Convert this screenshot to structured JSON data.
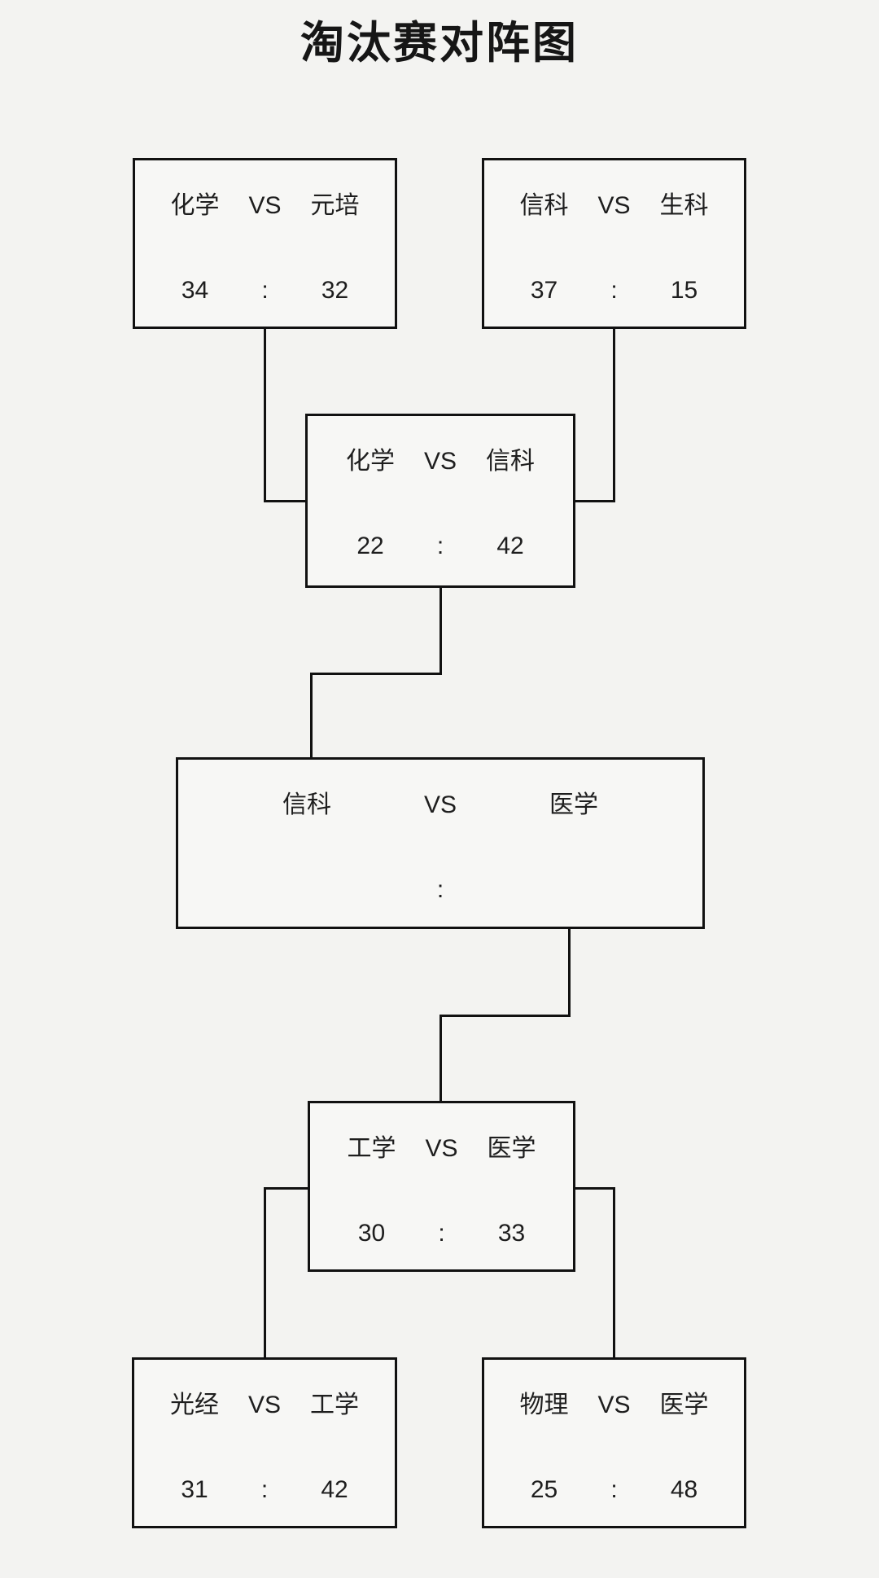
{
  "page": {
    "title": "淘汰赛对阵图",
    "background_color": "#f3f3f1",
    "box_background_color": "#f7f7f5",
    "line_color": "#111111",
    "text_color": "#1e1e1e"
  },
  "bracket": {
    "matches": [
      {
        "team1": "化学",
        "vs": "VS",
        "team2": "元培",
        "score1": "34",
        "separator": ":",
        "score2": "32"
      },
      {
        "team1": "信科",
        "vs": "VS",
        "team2": "生科",
        "score1": "37",
        "separator": ":",
        "score2": "15"
      },
      {
        "team1": "化学",
        "vs": "VS",
        "team2": "信科",
        "score1": "22",
        "separator": ":",
        "score2": "42"
      },
      {
        "team1": "信科",
        "vs": "VS",
        "team2": "医学",
        "score1": "",
        "separator": ":",
        "score2": ""
      },
      {
        "team1": "工学",
        "vs": "VS",
        "team2": "医学",
        "score1": "30",
        "separator": ":",
        "score2": "33"
      },
      {
        "team1": "光经",
        "vs": "VS",
        "team2": "工学",
        "score1": "31",
        "separator": ":",
        "score2": "42"
      },
      {
        "team1": "物理",
        "vs": "VS",
        "team2": "医学",
        "score1": "25",
        "separator": ":",
        "score2": "48"
      }
    ]
  }
}
